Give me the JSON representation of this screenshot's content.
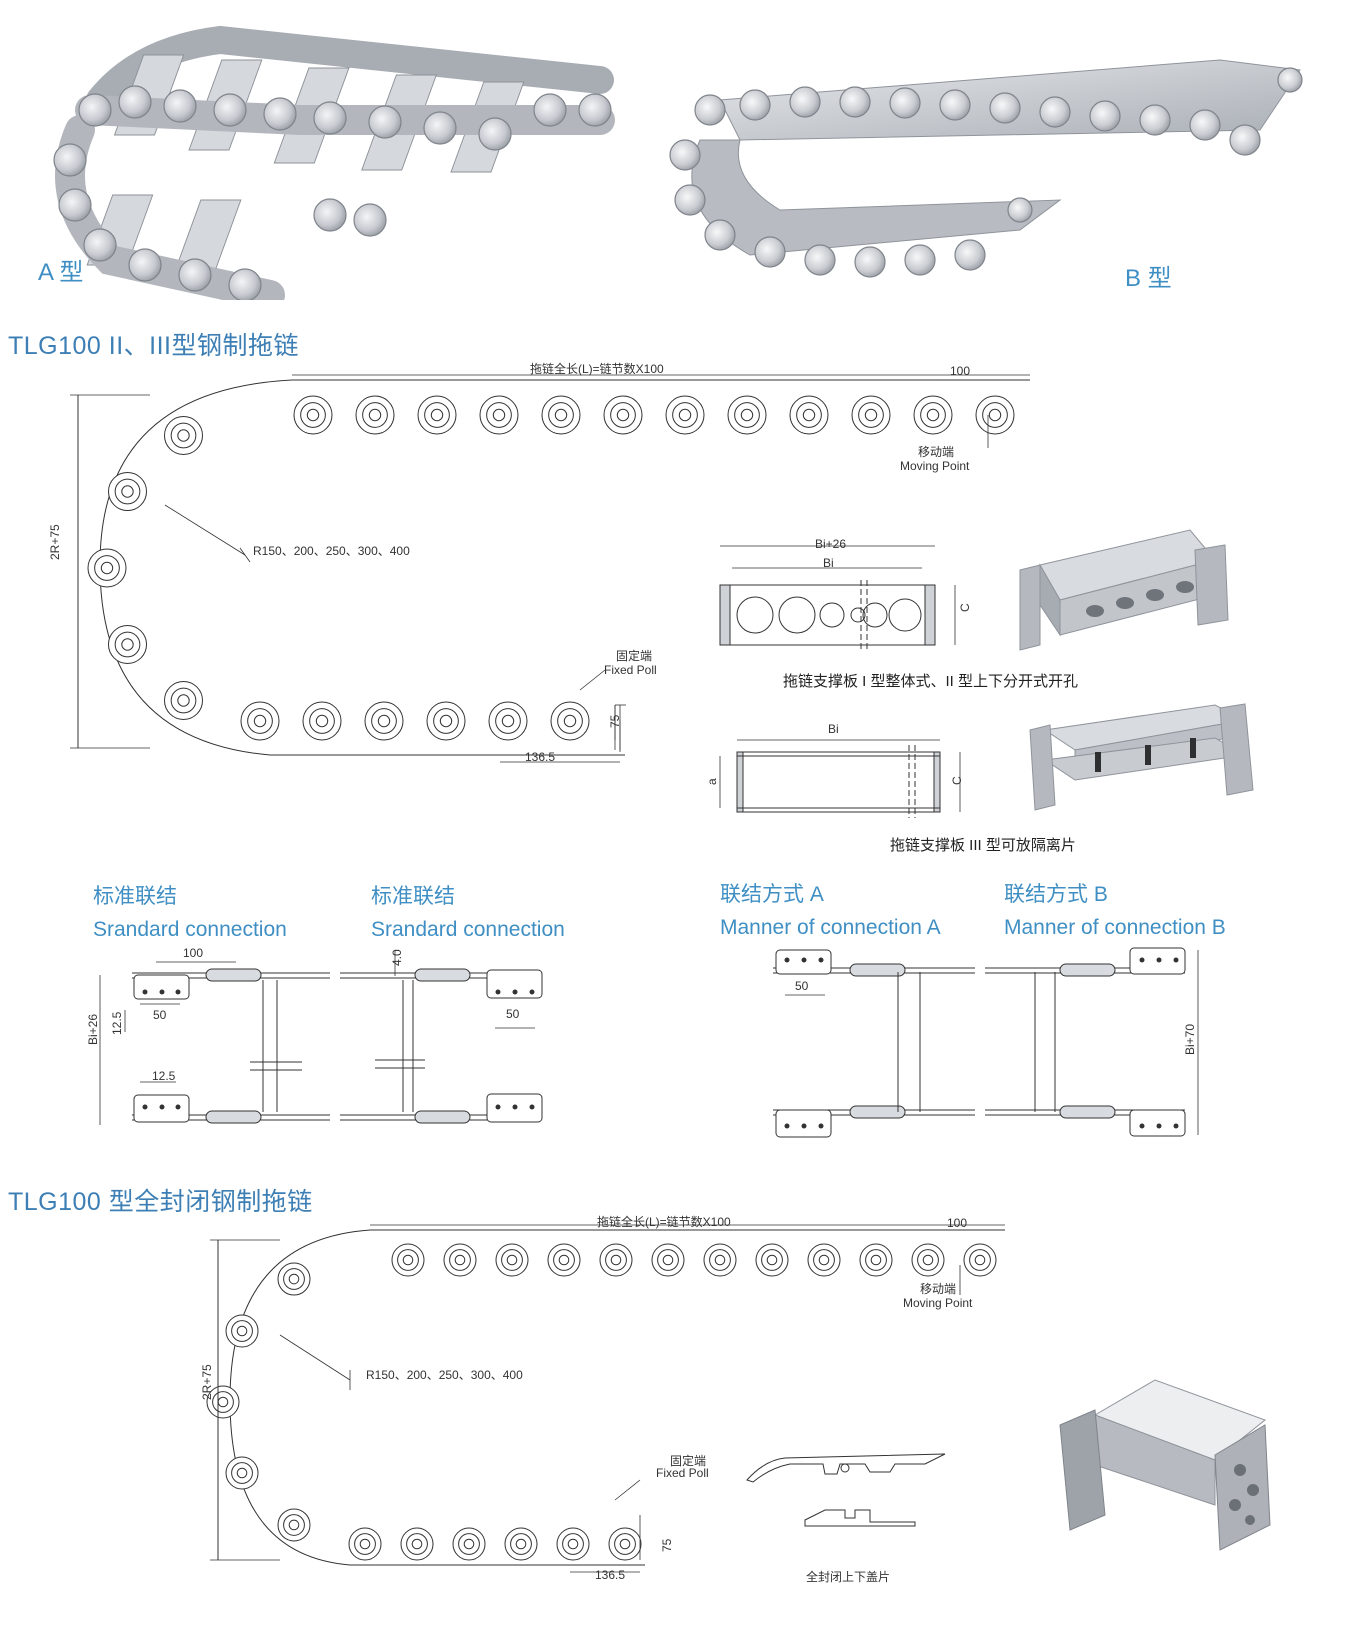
{
  "photos": {
    "type_a_caption": "A 型",
    "type_b_caption": "B 型"
  },
  "section1": {
    "title": "TLG100 II、III型钢制拖链",
    "total_length": "拖链全长(L)=链节数X100",
    "pitch": "100",
    "moving_cn": "移动端",
    "moving_en": "Moving Point",
    "radius": "R150、200、250、300、400",
    "height": "2R+75",
    "fixed_cn": "固定端",
    "fixed_en": "Fixed Poll",
    "end_height": "75",
    "end_length": "136.5"
  },
  "support_plates": {
    "dim_outer": "Bi+26",
    "dim_inner": "Bi",
    "dim_c": "C",
    "caption_1": "拖链支撑板 I 型整体式、II 型上下分开式开孔",
    "dim_bi": "Bi",
    "dim_a": "a",
    "caption_3": "拖链支撑板 III 型可放隔离片"
  },
  "connections": {
    "std1_cn": "标准联结",
    "std1_en": "Srandard connection",
    "std2_cn": "标准联结",
    "std2_en": "Srandard connection",
    "a_cn": "联结方式 A",
    "a_en": "Manner of connection A",
    "b_cn": "联结方式 B",
    "b_en": "Manner of connection B",
    "d100": "100",
    "d50a": "50",
    "d125a": "12.5",
    "d125b": "12.5",
    "dbi26": "Bi+26",
    "d40": "4.0",
    "d50b": "50",
    "d50c": "50",
    "dbi70": "Bi+70"
  },
  "section2": {
    "title": "TLG100 型全封闭钢制拖链",
    "total_length": "拖链全长(L)=链节数X100",
    "pitch": "100",
    "moving_cn": "移动端",
    "moving_en": "Moving Point",
    "radius": "R150、200、250、300、400",
    "height": "2R+75",
    "fixed_cn": "固定端",
    "fixed_en": "Fixed Poll",
    "end_height": "75",
    "end_length": "136.5",
    "cover_caption": "全封闭上下盖片"
  },
  "colors": {
    "caption_blue": "#3f8fc4",
    "steel": "#c9ccd1",
    "line": "#333333"
  }
}
